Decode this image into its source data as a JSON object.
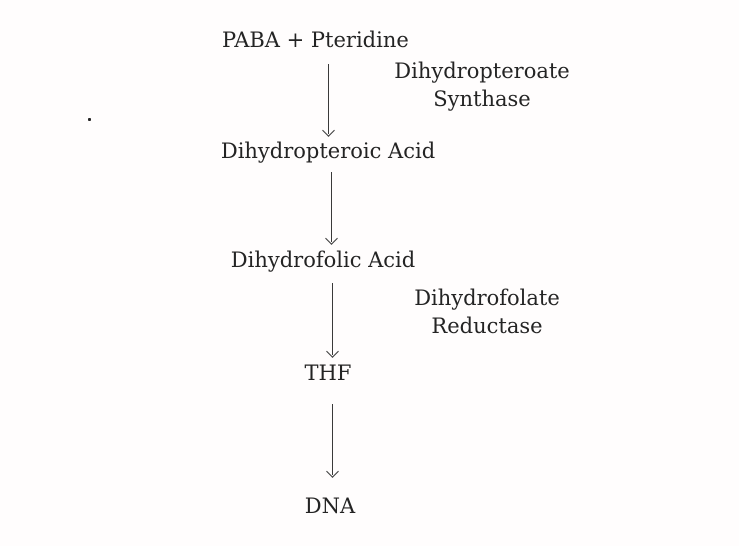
{
  "colors": {
    "background": "#fffdfd",
    "text": "#242424",
    "arrow": "#3a3a3a"
  },
  "pathway": {
    "nodes": [
      {
        "label": "PABA + Pteridine"
      },
      {
        "label": "Dihydropteroic Acid"
      },
      {
        "label": "Dihydrofolic Acid"
      },
      {
        "label": "THF"
      },
      {
        "label": "DNA"
      }
    ],
    "enzymes": [
      {
        "line1": "Dihydropteroate",
        "line2": "Synthase"
      },
      {
        "line1": "Dihydrofolate",
        "line2": "Reductase"
      }
    ]
  }
}
